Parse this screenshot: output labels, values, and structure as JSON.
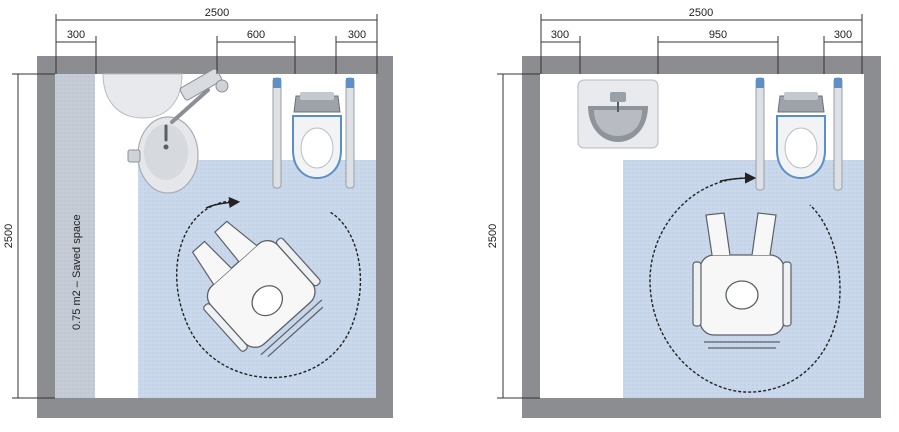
{
  "left_plan": {
    "overall_width": "2500",
    "overall_depth": "2500",
    "dims_top": [
      "300",
      "600",
      "300"
    ],
    "saved_space_label": "0.75 m2 – Saved space"
  },
  "right_plan": {
    "overall_width": "2500",
    "overall_depth": "2500",
    "dims_top": [
      "300",
      "950",
      "300"
    ]
  },
  "colors": {
    "wall": "#8c8d90",
    "floor": "#ffffff",
    "turning_area": "#c9d8ea",
    "saved_space": "#c6ccd6",
    "fixture": "#e3e5e8",
    "grab_bar": "#d2d6dc",
    "dimension_line": "#333333"
  },
  "icons": [
    "washbasin-icon",
    "toilet-icon",
    "grab-bar-icon",
    "wheelchair-icon",
    "turning-arrow-icon",
    "shower-head-icon"
  ]
}
